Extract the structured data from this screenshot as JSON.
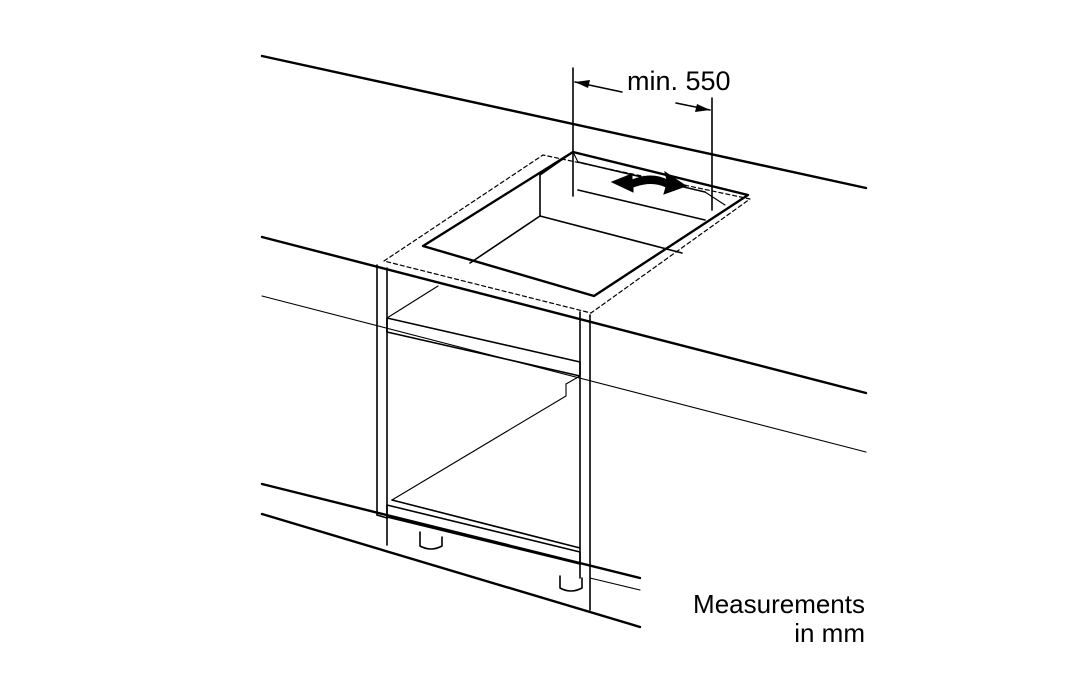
{
  "dimension": {
    "label": "min. 550"
  },
  "note": {
    "line1": "Measurements",
    "line2": "in mm"
  },
  "colors": {
    "line": "#000000",
    "background": "#ffffff",
    "fill": "#ffffff"
  },
  "icons": {
    "arrow": "bidirectional-curved-arrow"
  }
}
